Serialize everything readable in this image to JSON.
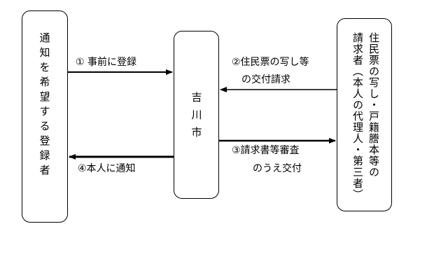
{
  "boxes": {
    "registrant": {
      "label": "通知を希望する登録者"
    },
    "city": {
      "label": "吉川市"
    },
    "requester": {
      "line1": "住民票の写し・戸籍謄本等の",
      "line2": "請求者（本人の代理人・第三者）"
    }
  },
  "steps": {
    "step1": "① 事前に登録",
    "step2_line1": "②住民票の写し等",
    "step2_line2": "の交付請求",
    "step3_line1": "③請求書等審査",
    "step3_line2": "のうえ交付",
    "step4": "④本人に通知"
  }
}
